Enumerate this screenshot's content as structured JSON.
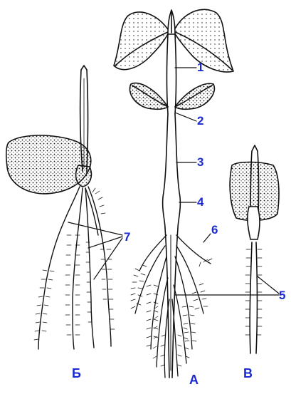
{
  "labels": {
    "n1": "1",
    "n2": "2",
    "n3": "3",
    "n4": "4",
    "n5": "5",
    "n6": "6",
    "n7": "7",
    "plant_a": "А",
    "plant_b": "Б",
    "plant_v": "В"
  },
  "colors": {
    "ink": "#111111",
    "label": "#1a2ad0",
    "background": "#ffffff"
  }
}
